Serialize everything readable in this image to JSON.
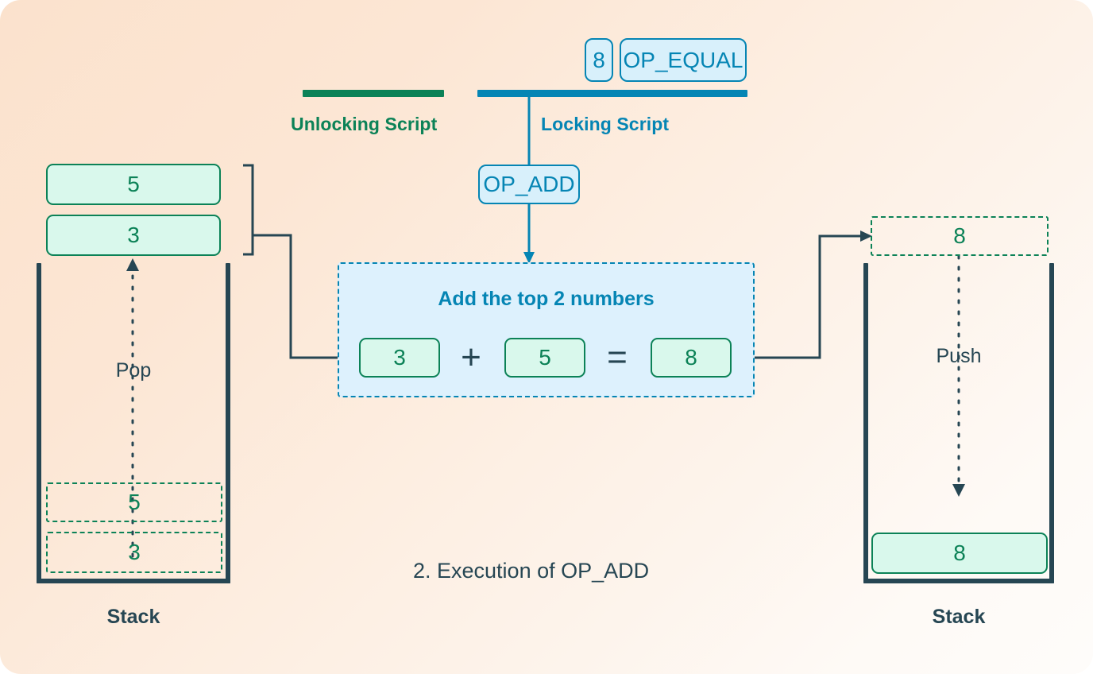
{
  "figure": {
    "caption": "2.  Execution of OP_ADD",
    "colors": {
      "green": "#0c8257",
      "blue": "#0585b4",
      "navy": "#264653",
      "green_fill": "#d9f8ec",
      "blue_fill": "#d8f0fb",
      "panel_fill": "#ddf1fd"
    }
  },
  "scripts": {
    "unlocking": {
      "label": "Unlocking Script"
    },
    "locking": {
      "label": "Locking Script",
      "remaining_ops": [
        {
          "text": "8"
        },
        {
          "text": "OP_EQUAL"
        }
      ],
      "current_op": {
        "text": "OP_ADD"
      }
    }
  },
  "left_stack": {
    "caption": "Stack",
    "motion": "Pop",
    "popped_items": [
      {
        "value": "5"
      },
      {
        "value": "3"
      }
    ],
    "ghost_items": [
      {
        "value": "5"
      },
      {
        "value": "3"
      }
    ]
  },
  "operation_panel": {
    "title": "Add the top 2 numbers",
    "operand_a": "3",
    "plus_symbol": "+",
    "operand_b": "5",
    "equals_symbol": "=",
    "result": "8"
  },
  "right_stack": {
    "caption": "Stack",
    "motion": "Push",
    "incoming_item": {
      "value": "8"
    },
    "pushed_item": {
      "value": "8"
    }
  }
}
